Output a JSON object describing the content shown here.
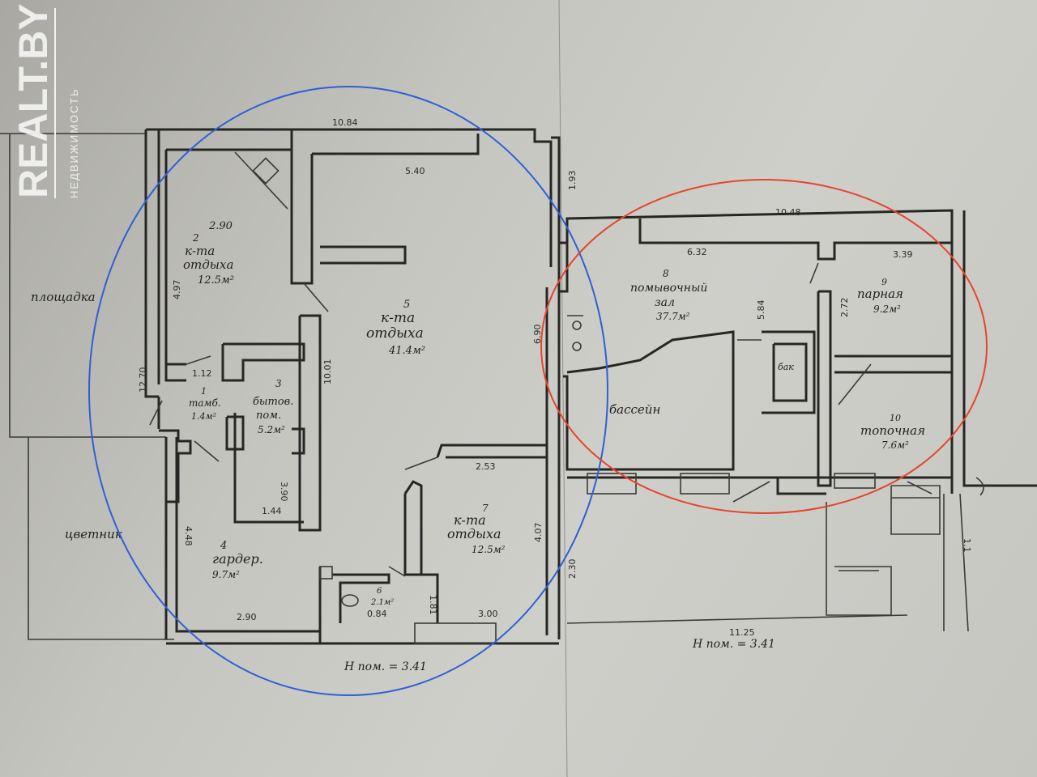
{
  "watermark": {
    "brand": "REALT.BY",
    "tagline": "НЕДВИЖИМОСТЬ"
  },
  "rooms": [
    {
      "key": "r2",
      "number": "2",
      "name_line1": "к-та",
      "name_line2": "отдыха",
      "area": "12.5м²"
    },
    {
      "key": "r5",
      "number": "5",
      "name_line1": "к-та",
      "name_line2": "отдыха",
      "area": "41.4м²"
    },
    {
      "key": "r3",
      "number": "3",
      "name_line1": "бытов.",
      "name_line2": "пом.",
      "area": "5.2м²"
    },
    {
      "key": "r1",
      "number": "1",
      "name_line1": "тамб.",
      "name_line2": "",
      "area": "1.4м²"
    },
    {
      "key": "r4",
      "number": "4",
      "name_line1": "гардер.",
      "name_line2": "",
      "area": "9.7м²"
    },
    {
      "key": "r6",
      "number": "6",
      "name_line1": "",
      "name_line2": "",
      "area": "2.1м²"
    },
    {
      "key": "r7",
      "number": "7",
      "name_line1": "к-та",
      "name_line2": "отдыха",
      "area": "12.5м²"
    },
    {
      "key": "r8",
      "number": "8",
      "name_line1": "помывочный",
      "name_line2": "зал",
      "area": "37.7м²"
    },
    {
      "key": "r9",
      "number": "9",
      "name_line1": "парная",
      "name_line2": "",
      "area": "9.2м²"
    },
    {
      "key": "r10",
      "number": "10",
      "name_line1": "топочная",
      "name_line2": "",
      "area": "7.6м²"
    }
  ],
  "labels": {
    "pool": "бассейн",
    "tank": "бак",
    "yard": "площадка",
    "garden": "цветник"
  },
  "dimensions": {
    "top_left": "10.84",
    "inner_top": "5.40",
    "r2_width": "2.90",
    "r2_height": "4.97",
    "left_height": "12.70",
    "r5_height": "10.01",
    "right_wall": "6.90",
    "tambour": "1.12",
    "r3_depth": "3.90",
    "r3_width": "1.44",
    "r7_top": "2.53",
    "r7_side": "4.07",
    "r4_side": "4.48",
    "r4_bottom": "2.90",
    "r6_dim": "0.84",
    "bottom_right_left": "3.00",
    "step": "1.93",
    "sauna_top": "10.48",
    "hall_top": "6.32",
    "steam_top": "3.39",
    "hall_mid": "5.84",
    "steam_side": "2.72",
    "sauna_left_side": "2.30",
    "sauna_bottom": "11.25",
    "right_end": "1.1",
    "r6_side": "1.81"
  },
  "heights": {
    "left": "H пом. = 3.41",
    "right": "H пом. = 3.41"
  },
  "highlights": {
    "blue": "#2f5fd6",
    "red": "#e8432b"
  }
}
